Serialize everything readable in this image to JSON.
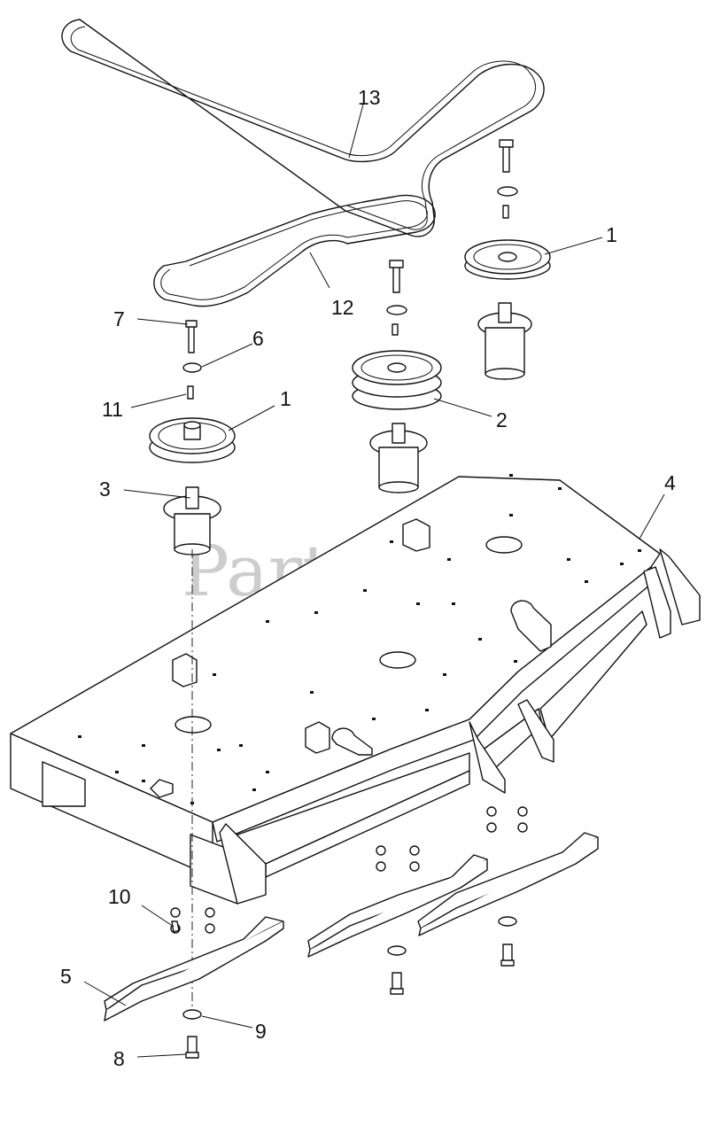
{
  "watermark": "PartsTree",
  "callouts": [
    {
      "id": "c13",
      "label": "13"
    },
    {
      "id": "c1a",
      "label": "1"
    },
    {
      "id": "c12",
      "label": "12"
    },
    {
      "id": "c7",
      "label": "7"
    },
    {
      "id": "c6",
      "label": "6"
    },
    {
      "id": "c11",
      "label": "11"
    },
    {
      "id": "c1b",
      "label": "1"
    },
    {
      "id": "c2",
      "label": "2"
    },
    {
      "id": "c3",
      "label": "3"
    },
    {
      "id": "c4",
      "label": "4"
    },
    {
      "id": "c10",
      "label": "10"
    },
    {
      "id": "c5",
      "label": "5"
    },
    {
      "id": "c9",
      "label": "9"
    },
    {
      "id": "c8",
      "label": "8"
    }
  ]
}
